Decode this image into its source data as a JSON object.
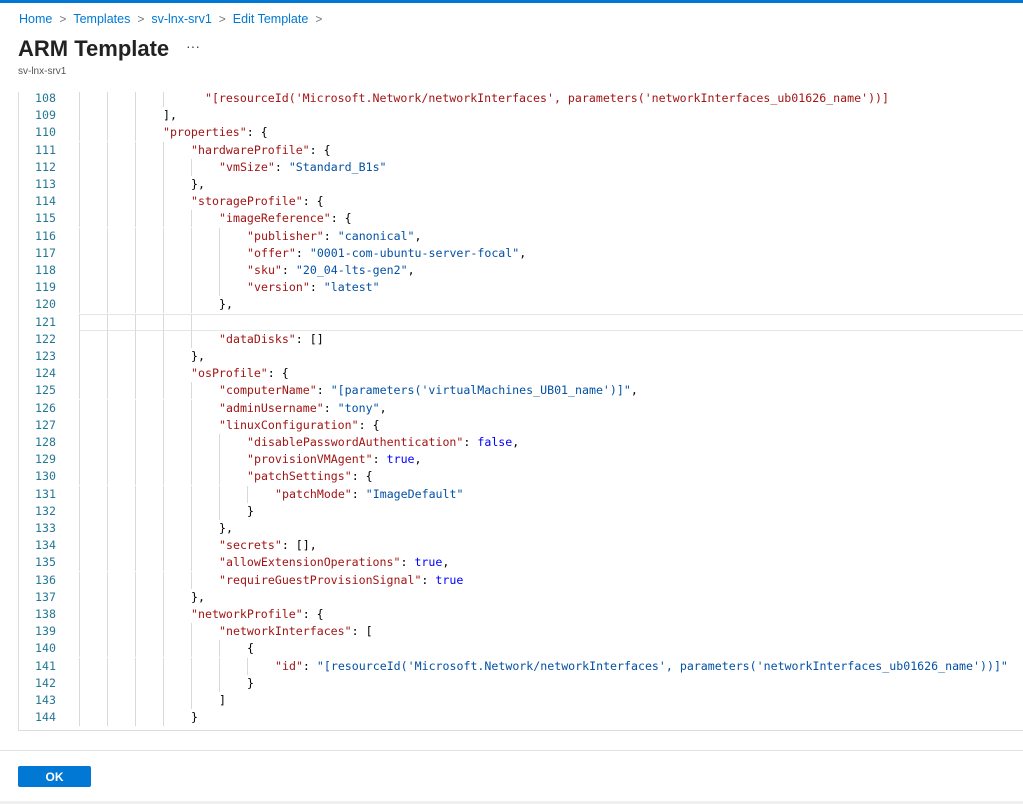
{
  "breadcrumb": [
    "Home",
    "Templates",
    "sv-lnx-srv1",
    "Edit Template"
  ],
  "header": {
    "title": "ARM Template",
    "more": "···",
    "subtitle": "sv-lnx-srv1"
  },
  "editor": {
    "current_line": 121,
    "lines": [
      {
        "n": 108,
        "i": 4,
        "t": [
          [
            "k",
            "  \"[resourceId('Microsoft.Network/networkInterfaces', parameters('networkInterfaces_ub01626_name'))]"
          ]
        ]
      },
      {
        "n": 109,
        "i": 3,
        "t": [
          [
            "p",
            "],"
          ]
        ]
      },
      {
        "n": 110,
        "i": 3,
        "t": [
          [
            "k",
            "\"properties\""
          ],
          [
            "p",
            ": {"
          ]
        ]
      },
      {
        "n": 111,
        "i": 4,
        "t": [
          [
            "k",
            "\"hardwareProfile\""
          ],
          [
            "p",
            ": {"
          ]
        ]
      },
      {
        "n": 112,
        "i": 5,
        "t": [
          [
            "k",
            "\"vmSize\""
          ],
          [
            "p",
            ": "
          ],
          [
            "s",
            "\"Standard_B1s\""
          ]
        ]
      },
      {
        "n": 113,
        "i": 4,
        "t": [
          [
            "p",
            "},"
          ]
        ]
      },
      {
        "n": 114,
        "i": 4,
        "t": [
          [
            "k",
            "\"storageProfile\""
          ],
          [
            "p",
            ": {"
          ]
        ]
      },
      {
        "n": 115,
        "i": 5,
        "t": [
          [
            "k",
            "\"imageReference\""
          ],
          [
            "p",
            ": {"
          ]
        ]
      },
      {
        "n": 116,
        "i": 6,
        "t": [
          [
            "k",
            "\"publisher\""
          ],
          [
            "p",
            ": "
          ],
          [
            "s",
            "\"canonical\""
          ],
          [
            "p",
            ","
          ]
        ]
      },
      {
        "n": 117,
        "i": 6,
        "t": [
          [
            "k",
            "\"offer\""
          ],
          [
            "p",
            ": "
          ],
          [
            "s",
            "\"0001-com-ubuntu-server-focal\""
          ],
          [
            "p",
            ","
          ]
        ]
      },
      {
        "n": 118,
        "i": 6,
        "t": [
          [
            "k",
            "\"sku\""
          ],
          [
            "p",
            ": "
          ],
          [
            "s",
            "\"20_04-lts-gen2\""
          ],
          [
            "p",
            ","
          ]
        ]
      },
      {
        "n": 119,
        "i": 6,
        "t": [
          [
            "k",
            "\"version\""
          ],
          [
            "p",
            ": "
          ],
          [
            "s",
            "\"latest\""
          ]
        ]
      },
      {
        "n": 120,
        "i": 5,
        "t": [
          [
            "p",
            "},"
          ]
        ]
      },
      {
        "n": 121,
        "i": 5,
        "t": []
      },
      {
        "n": 122,
        "i": 5,
        "t": [
          [
            "k",
            "\"dataDisks\""
          ],
          [
            "p",
            ": []"
          ]
        ]
      },
      {
        "n": 123,
        "i": 4,
        "t": [
          [
            "p",
            "},"
          ]
        ]
      },
      {
        "n": 124,
        "i": 4,
        "t": [
          [
            "k",
            "\"osProfile\""
          ],
          [
            "p",
            ": {"
          ]
        ]
      },
      {
        "n": 125,
        "i": 5,
        "t": [
          [
            "k",
            "\"computerName\""
          ],
          [
            "p",
            ": "
          ],
          [
            "s",
            "\"[parameters('virtualMachines_UB01_name')]\""
          ],
          [
            "p",
            ","
          ]
        ]
      },
      {
        "n": 126,
        "i": 5,
        "t": [
          [
            "k",
            "\"adminUsername\""
          ],
          [
            "p",
            ": "
          ],
          [
            "s",
            "\"tony\""
          ],
          [
            "p",
            ","
          ]
        ]
      },
      {
        "n": 127,
        "i": 5,
        "t": [
          [
            "k",
            "\"linuxConfiguration\""
          ],
          [
            "p",
            ": {"
          ]
        ]
      },
      {
        "n": 128,
        "i": 6,
        "t": [
          [
            "k",
            "\"disablePasswordAuthentication\""
          ],
          [
            "p",
            ": "
          ],
          [
            "b",
            "false"
          ],
          [
            "p",
            ","
          ]
        ]
      },
      {
        "n": 129,
        "i": 6,
        "t": [
          [
            "k",
            "\"provisionVMAgent\""
          ],
          [
            "p",
            ": "
          ],
          [
            "b",
            "true"
          ],
          [
            "p",
            ","
          ]
        ]
      },
      {
        "n": 130,
        "i": 6,
        "t": [
          [
            "k",
            "\"patchSettings\""
          ],
          [
            "p",
            ": {"
          ]
        ]
      },
      {
        "n": 131,
        "i": 7,
        "t": [
          [
            "k",
            "\"patchMode\""
          ],
          [
            "p",
            ": "
          ],
          [
            "s",
            "\"ImageDefault\""
          ]
        ]
      },
      {
        "n": 132,
        "i": 6,
        "t": [
          [
            "p",
            "}"
          ]
        ]
      },
      {
        "n": 133,
        "i": 5,
        "t": [
          [
            "p",
            "},"
          ]
        ]
      },
      {
        "n": 134,
        "i": 5,
        "t": [
          [
            "k",
            "\"secrets\""
          ],
          [
            "p",
            ": [],"
          ]
        ]
      },
      {
        "n": 135,
        "i": 5,
        "t": [
          [
            "k",
            "\"allowExtensionOperations\""
          ],
          [
            "p",
            ": "
          ],
          [
            "b",
            "true"
          ],
          [
            "p",
            ","
          ]
        ]
      },
      {
        "n": 136,
        "i": 5,
        "t": [
          [
            "k",
            "\"requireGuestProvisionSignal\""
          ],
          [
            "p",
            ": "
          ],
          [
            "b",
            "true"
          ]
        ]
      },
      {
        "n": 137,
        "i": 4,
        "t": [
          [
            "p",
            "},"
          ]
        ]
      },
      {
        "n": 138,
        "i": 4,
        "t": [
          [
            "k",
            "\"networkProfile\""
          ],
          [
            "p",
            ": {"
          ]
        ]
      },
      {
        "n": 139,
        "i": 5,
        "t": [
          [
            "k",
            "\"networkInterfaces\""
          ],
          [
            "p",
            ": ["
          ]
        ]
      },
      {
        "n": 140,
        "i": 6,
        "t": [
          [
            "p",
            "{"
          ]
        ]
      },
      {
        "n": 141,
        "i": 7,
        "t": [
          [
            "k",
            "\"id\""
          ],
          [
            "p",
            ": "
          ],
          [
            "s",
            "\"[resourceId('Microsoft.Network/networkInterfaces', parameters('networkInterfaces_ub01626_name'))]\""
          ]
        ]
      },
      {
        "n": 142,
        "i": 6,
        "t": [
          [
            "p",
            "}"
          ]
        ]
      },
      {
        "n": 143,
        "i": 5,
        "t": [
          [
            "p",
            "]"
          ]
        ]
      },
      {
        "n": 144,
        "i": 4,
        "t": [
          [
            "p",
            "}"
          ]
        ]
      }
    ]
  },
  "footer": {
    "ok_label": "OK"
  }
}
